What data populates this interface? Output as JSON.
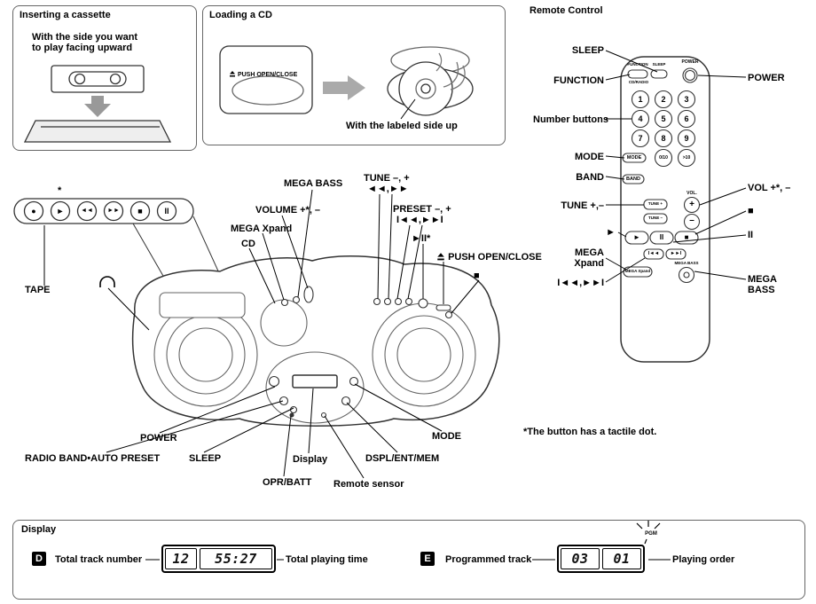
{
  "cassette_box": {
    "title": "Inserting a cassette",
    "note1": "With the side you want",
    "note2": "to play facing upward"
  },
  "cd_box": {
    "title": "Loading a CD",
    "eject_text": "PUSH OPEN/CLOSE",
    "note": "With the labeled side up"
  },
  "tape_strip": {
    "asterisk": "*",
    "buttons": [
      "●",
      "►",
      "◄◄",
      "►►",
      "■",
      "II"
    ]
  },
  "remote": {
    "title": "Remote Control",
    "left": {
      "sleep": "SLEEP",
      "function": "FUNCTION",
      "numbers": "Number buttons",
      "mode": "MODE",
      "band": "BAND",
      "tune": "TUNE +,–",
      "play": "►",
      "mega1": "MEGA",
      "mega2": "Xpand",
      "skip": "I◄◄,►►I"
    },
    "right": {
      "power": "POWER",
      "vol": "VOL +*, –",
      "stop": "■",
      "pause": "II",
      "mega1": "MEGA",
      "mega2": "BASS"
    },
    "body": {
      "function": "FUNCTION",
      "sleep": "SLEEP",
      "power": "POWER",
      "cd_radio": "CD/RADIO",
      "numbers": [
        "1",
        "2",
        "3",
        "4",
        "5",
        "6",
        "7",
        "8",
        "9"
      ],
      "zero": "0/10",
      "gt10": ">10",
      "mode": "MODE",
      "band": "BAND",
      "tune_up": "TUNE +",
      "tune_down": "TUNE –",
      "vol": "VOL.",
      "plus": "+",
      "minus": "–",
      "play": "►",
      "pause": "II",
      "stop": "■",
      "prev": "I◄◄",
      "next": "►►I",
      "mega_xpand": "MEGA Xpand",
      "mega_bass": "MEGA BASS"
    }
  },
  "unit": {
    "mega_bass": "MEGA BASS",
    "tune": "TUNE –, +",
    "tune_arrows": "◄◄,►►",
    "volume": "VOLUME +*, –",
    "mega_xpand": "MEGA Xpand",
    "cd": "CD",
    "preset": "PRESET –, +",
    "preset_arrows": "I◄◄,►►I",
    "play_pause": "►II*",
    "push_open": "PUSH OPEN/CLOSE",
    "stop": "■",
    "tape": "TAPE",
    "power": "POWER",
    "radio_band": "RADIO BAND•AUTO PRESET",
    "sleep": "SLEEP",
    "display": "Display",
    "dspl": "DSPL/ENT/MEM",
    "opr_batt": "OPR/BATT",
    "remote_sensor": "Remote sensor",
    "mode": "MODE"
  },
  "footnote": "*The button has a tactile dot.",
  "display_box": {
    "title": "Display",
    "d_letter": "D",
    "d_left": "Total track number",
    "d_digit1": "12",
    "d_digit2": "55:27",
    "d_right": "Total playing time",
    "e_letter": "E",
    "e_left": "Programmed track",
    "e_digit1": "03",
    "e_digit2": "01",
    "pgm": "PGM",
    "e_right": "Playing order"
  }
}
